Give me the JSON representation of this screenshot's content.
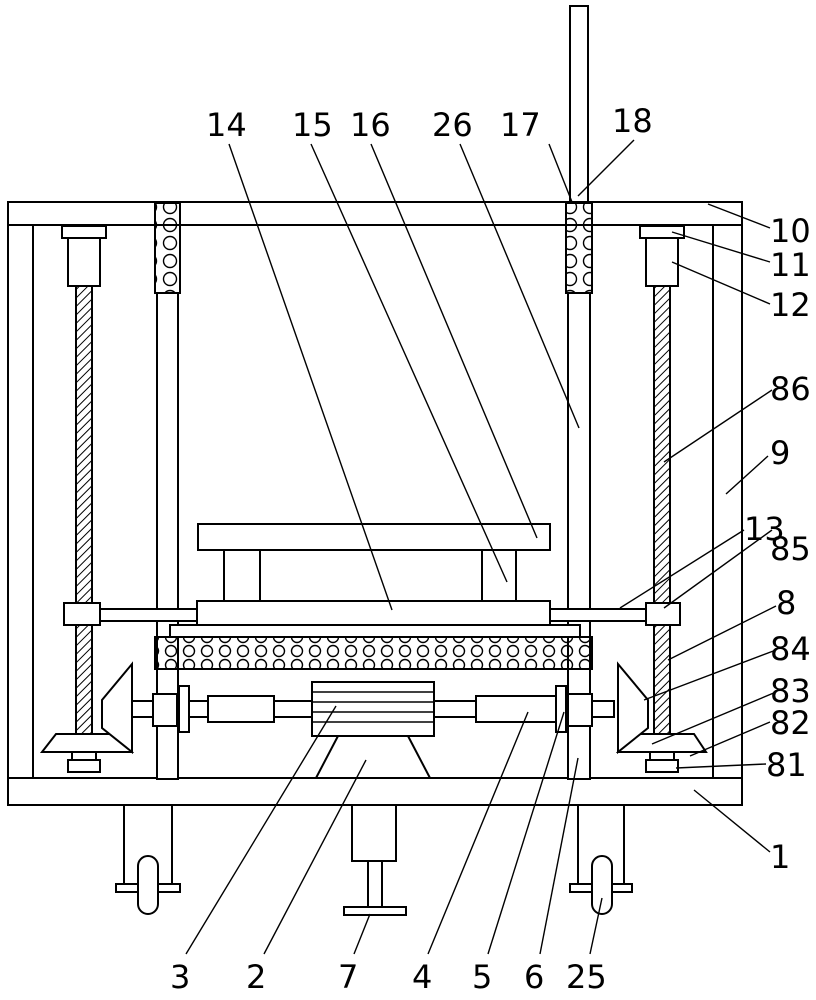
{
  "figure": {
    "labels": {
      "l1": "1",
      "l2": "2",
      "l3": "3",
      "l4": "4",
      "l5": "5",
      "l6": "6",
      "l7": "7",
      "l8": "8",
      "l9": "9",
      "l10": "10",
      "l11": "11",
      "l12": "12",
      "l13": "13",
      "l14": "14",
      "l15": "15",
      "l16": "16",
      "l17": "17",
      "l18": "18",
      "l25": "25",
      "l26": "26",
      "l81": "81",
      "l82": "82",
      "l83": "83",
      "l84": "84",
      "l85": "85",
      "l86": "86"
    }
  },
  "colors": {
    "line": "#000000",
    "background": "#ffffff"
  }
}
